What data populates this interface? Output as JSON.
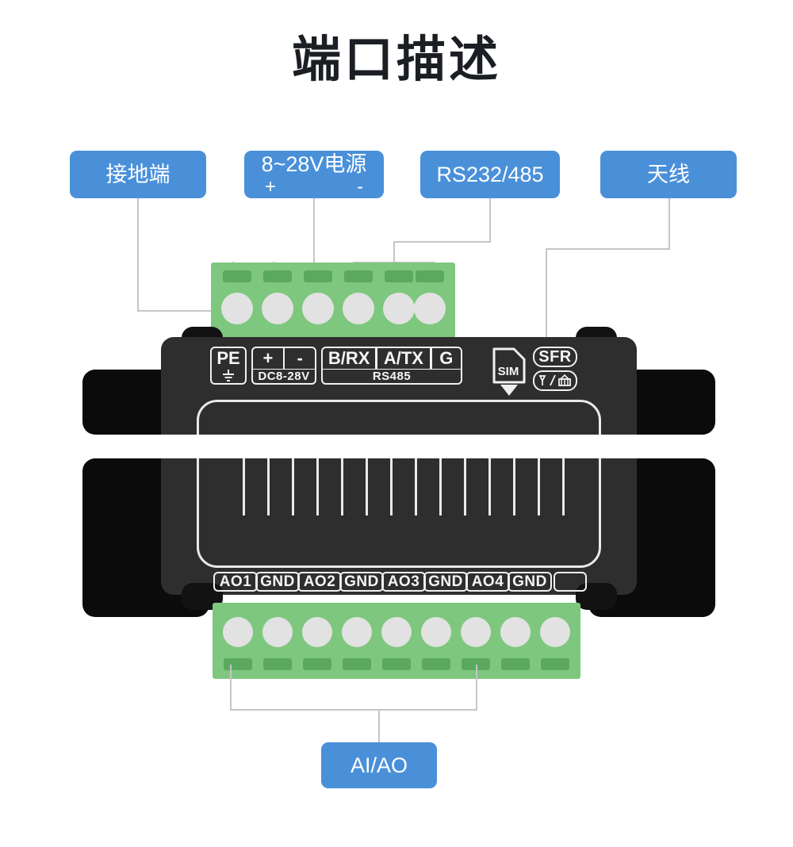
{
  "page": {
    "title": "端口描述",
    "background": "#ffffff",
    "accent_blue": "#4a90d9",
    "terminal_green": "#7ec77e",
    "terminal_slot_green": "#5aa95f",
    "device_body": "#2e2e2e",
    "device_wing": "#0b0b0b",
    "leader_line": "#c3c6c8"
  },
  "callouts": [
    {
      "id": "ground",
      "label": "接地端",
      "plus": "",
      "minus": ""
    },
    {
      "id": "power",
      "label": "8~28V电源",
      "plus": "+",
      "minus": "-"
    },
    {
      "id": "serial",
      "label": "RS232/485",
      "plus": "",
      "minus": ""
    },
    {
      "id": "antenna",
      "label": "天线",
      "plus": "",
      "minus": ""
    },
    {
      "id": "aiao",
      "label": "AI/AO",
      "plus": "",
      "minus": ""
    }
  ],
  "top_silkscreen": {
    "pe": {
      "label": "PE",
      "icon": "earth-ground-icon"
    },
    "power": {
      "plus": "+",
      "minus": "-",
      "range": "DC8-28V"
    },
    "serial": {
      "pins": [
        "B/RX",
        "A/TX",
        "G"
      ],
      "bus": "RS485"
    },
    "sim": {
      "label": "SIM",
      "icon": "sim-card-icon",
      "arrow": "insert-direction-arrow"
    },
    "badges": [
      {
        "label": "SFR",
        "icon": ""
      },
      {
        "label": "",
        "icon": "antenna-network-icon"
      }
    ]
  },
  "bottom_silkscreen": {
    "pins": [
      "AO1",
      "GND",
      "AO2",
      "GND",
      "AO3",
      "GND",
      "AO4",
      "GND",
      ""
    ]
  },
  "terminal_blocks": {
    "top": {
      "positions": 6
    },
    "bottom": {
      "positions": 9
    }
  }
}
